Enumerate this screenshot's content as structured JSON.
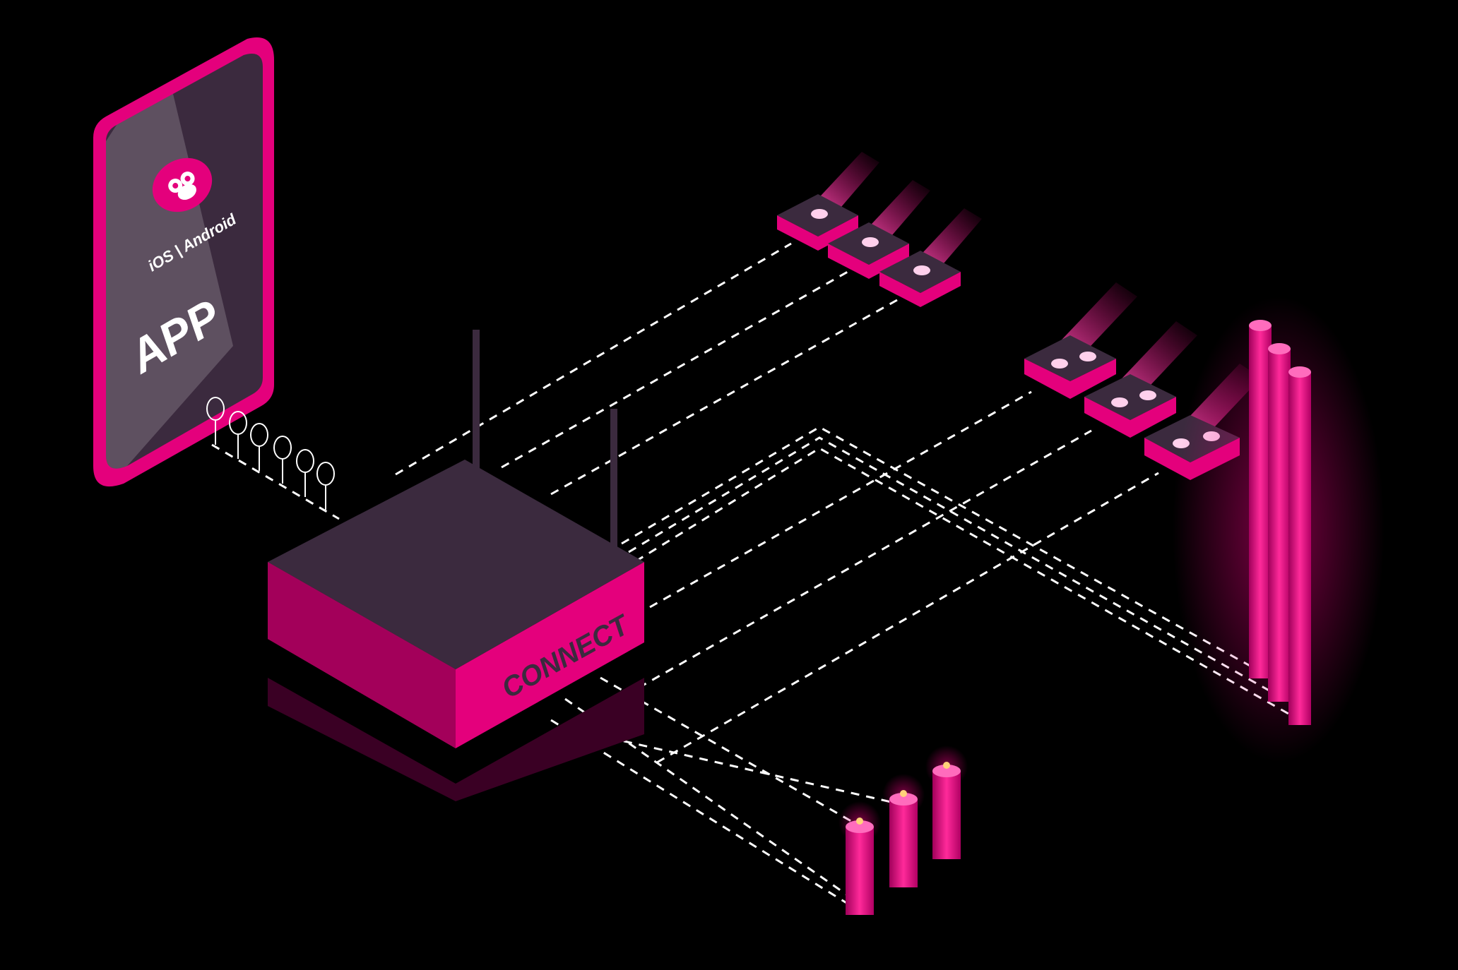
{
  "phone": {
    "subtitle": "iOS | Android",
    "title": "APP",
    "wifi_icon_count": 6
  },
  "router": {
    "label": "CONNECT"
  },
  "colors": {
    "background": "#000000",
    "accent": "#e4007c",
    "dark_accent": "#6a0035",
    "surface": "#3b2a3e",
    "line": "#ffffff"
  }
}
